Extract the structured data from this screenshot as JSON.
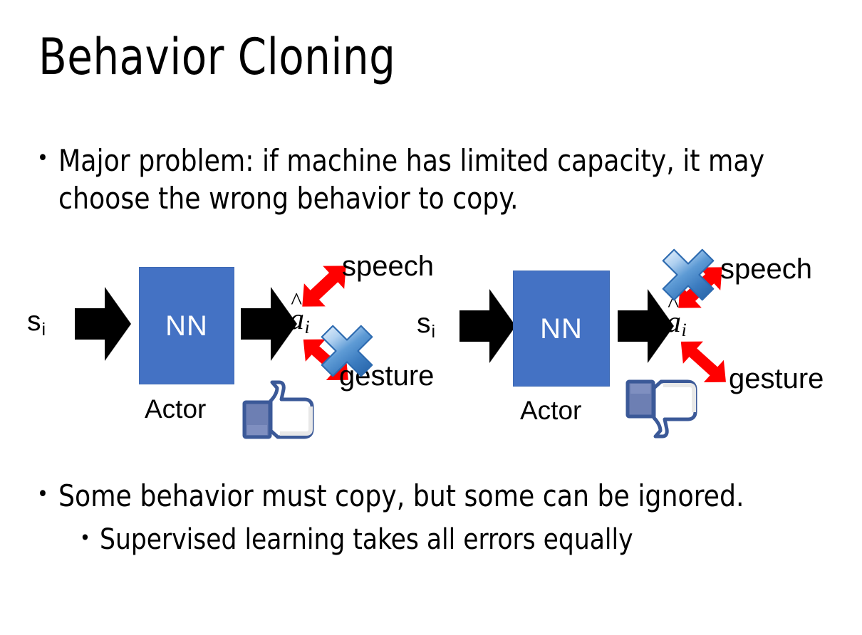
{
  "slide": {
    "title": "Behavior Cloning",
    "background_color": "#FFFFFF",
    "bullets": {
      "top": "Major problem: if machine has limited capacity, it may choose the wrong behavior to copy.",
      "bottom_level1": "Some behavior must copy, but some can be ignored.",
      "bottom_level2": "Supervised learning takes all errors equally",
      "marker": "•"
    }
  },
  "colors": {
    "nn_box_fill": "#4472C4",
    "nn_box_border": "#3E6AB4",
    "nn_text": "#FFFFFF",
    "arrow_black": "#000000",
    "arrow_red": "#FF0000",
    "x_mark_blue_light": "#C9DDF5",
    "x_mark_blue_mid": "#6FA8DC",
    "x_mark_blue_dark": "#2E6BB0",
    "thumb_outline": "#3B5998",
    "thumb_cuff": "#6D7FB3",
    "thumb_fill": "#FFFFFF",
    "text_black": "#000000"
  },
  "diagrams": [
    {
      "id": "left",
      "state_label": "s",
      "state_subscript": "i",
      "box_label": "NN",
      "box_caption": "Actor",
      "output_label": "a",
      "output_subscript": "i",
      "output_hat": "̂",
      "branches": [
        {
          "name": "speech",
          "label": "speech",
          "crossed_out": false
        },
        {
          "name": "gesture",
          "label": "gesture",
          "crossed_out": true
        }
      ],
      "feedback_icon": "thumbs-up",
      "feedback_meaning": "like"
    },
    {
      "id": "right",
      "state_label": "s",
      "state_subscript": "i",
      "box_label": "NN",
      "box_caption": "Actor",
      "output_label": "a",
      "output_subscript": "i",
      "output_hat": "̂",
      "branches": [
        {
          "name": "speech",
          "label": "speech",
          "crossed_out": true
        },
        {
          "name": "gesture",
          "label": "gesture",
          "crossed_out": false
        }
      ],
      "feedback_icon": "thumbs-down",
      "feedback_meaning": "dislike"
    }
  ]
}
